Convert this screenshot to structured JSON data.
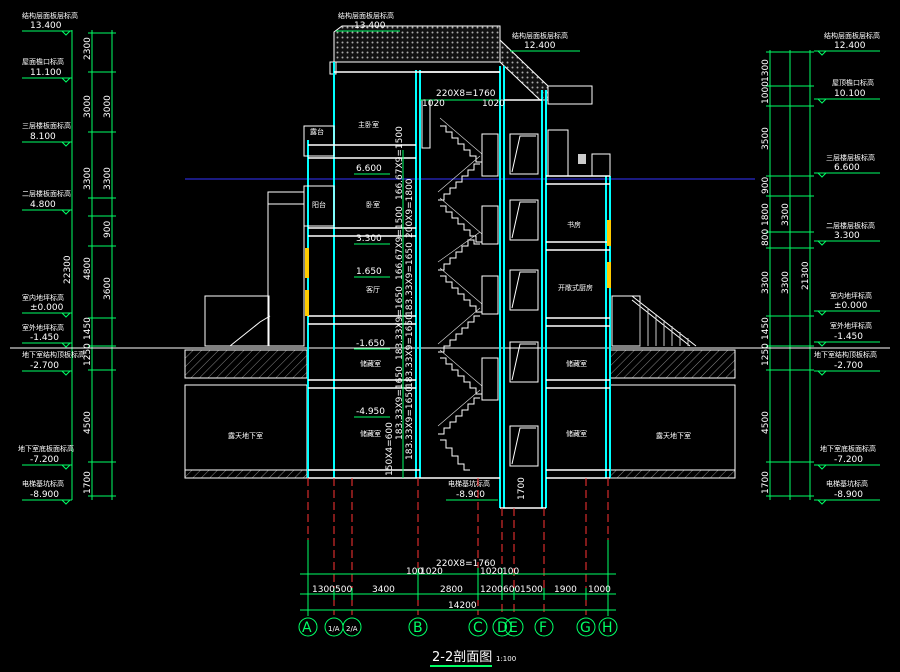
{
  "drawing": {
    "title": "2-2剖面图",
    "scale": "1:100"
  },
  "left_labels": [
    {
      "name": "结构层面板层标高",
      "value": "13.400"
    },
    {
      "name": "屋面檐口标高",
      "value": "11.100"
    },
    {
      "name": "三层楼板面标高",
      "value": "8.100"
    },
    {
      "name": "二层楼板面标高",
      "value": "4.800"
    },
    {
      "name": "室内地坪标高",
      "value": "±0.000"
    },
    {
      "name": "室外地坪标高",
      "value": "-1.450"
    },
    {
      "name": "地下室结构顶板标高",
      "value": "-2.700"
    },
    {
      "name": "地下室底板面标高",
      "value": "-7.200"
    },
    {
      "name": "电梯基坑标高",
      "value": "-8.900"
    }
  ],
  "right_labels": [
    {
      "name": "结构层面板层标高",
      "value": "12.400"
    },
    {
      "name": "屋顶檐口标高",
      "value": "10.100"
    },
    {
      "name": "三层楼层板标高",
      "value": "6.600"
    },
    {
      "name": "二层楼层板标高",
      "value": "3.300"
    },
    {
      "name": "室内地坪标高",
      "value": "±0.000"
    },
    {
      "name": "室外地坪标高",
      "value": "-1.450"
    },
    {
      "name": "地下室结构顶板标高",
      "value": "-2.700"
    },
    {
      "name": "地下室底板面标高",
      "value": "-7.200"
    },
    {
      "name": "电梯基坑标高",
      "value": "-8.900"
    }
  ],
  "top_labels": {
    "left_roof": "结构层面板层标高",
    "left_roof_value": "13.400",
    "right_roof": "结构层面板层标高",
    "right_roof_value": "12.400"
  },
  "left_dims_inner": [
    "2300",
    "3000",
    "3300",
    "4800",
    "1450",
    "1250",
    "4500",
    "1700"
  ],
  "left_dims_mid": [
    "3000",
    "3300",
    "900",
    "3600"
  ],
  "left_dims_total": "22300",
  "right_dims_inner": [
    "1300",
    "1000",
    "3500",
    "900",
    "1800",
    "800",
    "3300",
    "1450",
    "1250",
    "4500",
    "1700"
  ],
  "right_dims_mid": [
    "3300",
    "3300"
  ],
  "right_dims_total": "21300",
  "rooms": {
    "master_bedroom": "主卧室",
    "balcony_top": "露台",
    "bedroom": "卧室",
    "balcony": "阳台",
    "living": "客厅",
    "storage1": "储藏室",
    "storage2": "储藏室",
    "study": "书房",
    "open_kitchen": "开敞式厨房",
    "storage_right": "储藏室",
    "storage_right2": "储藏室",
    "garage_left": "露天地下室",
    "garage_right": "露天地下室"
  },
  "stair_levels": [
    "6.600",
    "3.300",
    "1.650",
    "-1.650",
    "-4.950"
  ],
  "stair_dims": [
    "166.67X9=1500",
    "200X9=1800",
    "166.67X9=1500",
    "183.33X9=1650",
    "183.33X9=1650",
    "183.33X9=1650",
    "183.33X9=1650",
    "183.33X9=1650",
    "150X4=600"
  ],
  "stair_top": "220X8=1760",
  "stair_top_side": [
    "1020",
    "1020"
  ],
  "elevator_pit": {
    "name": "电梯基坑标高",
    "value": "-8.900",
    "dim": "1700"
  },
  "bottom_dims_row1_top": "220X8=1760",
  "bottom_dims_row1": [
    "100",
    "1020",
    "1020",
    "100"
  ],
  "bottom_dims_row2": [
    "1300",
    "500",
    "3400",
    "2800",
    "1200",
    "600",
    "1500",
    "1900",
    "1000"
  ],
  "bottom_total": "14200",
  "axes": [
    "A",
    "1/A",
    "2/A",
    "B",
    "C",
    "D",
    "E",
    "F",
    "G",
    "H"
  ],
  "colors": {
    "line_white": "#ffffff",
    "line_cyan": "#00ffff",
    "line_green": "#00ff66",
    "axis_red": "#ff3333",
    "blue_line": "#3333ff",
    "yellow": "#ffff00"
  }
}
